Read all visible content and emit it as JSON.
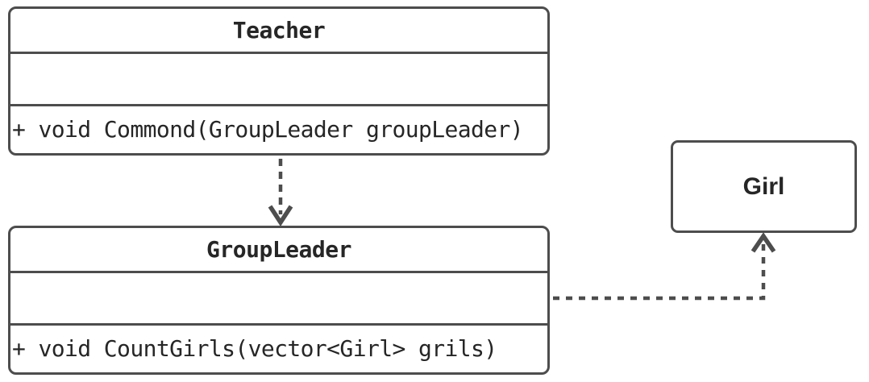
{
  "diagram": {
    "type": "uml-class-diagram",
    "background": "#ffffff",
    "stroke_color": "#4d4d4d",
    "text_color": "#262626",
    "classes": [
      {
        "name": "Teacher",
        "attributes": "",
        "method": "+ void Commond(GroupLeader groupLeader)"
      },
      {
        "name": "GroupLeader",
        "attributes": "",
        "method": "+ void CountGirls(vector<Girl> grils)"
      },
      {
        "name": "Girl"
      }
    ],
    "relations": [
      {
        "from": "Teacher",
        "to": "GroupLeader",
        "line_style": "dashed",
        "arrowhead": "open-chevron",
        "direction": "down"
      },
      {
        "from": "GroupLeader",
        "to": "Girl",
        "line_style": "dashed",
        "arrowhead": "open-chevron",
        "direction": "right-then-up"
      }
    ]
  }
}
